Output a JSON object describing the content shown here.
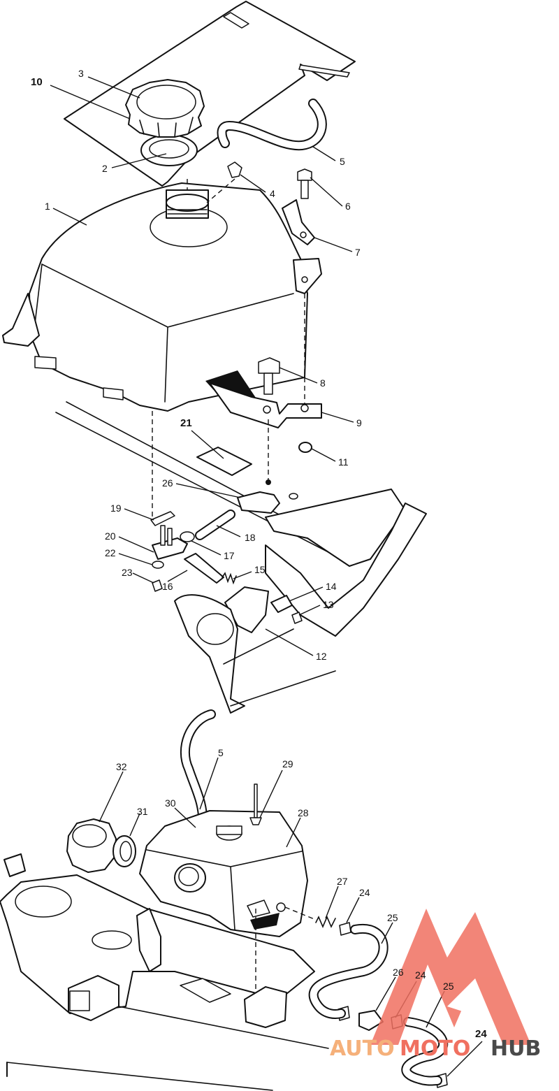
{
  "labels": {
    "l1": "1",
    "l2": "2",
    "l3": "3",
    "l4": "4",
    "l5": "5",
    "l6": "6",
    "l7": "7",
    "l8": "8",
    "l9": "9",
    "l10": "10",
    "l11": "11",
    "l12": "12",
    "l13": "13",
    "l14": "14",
    "l15": "15",
    "l16": "16",
    "l17": "17",
    "l18": "18",
    "l19": "19",
    "l20": "20",
    "l21": "21",
    "l22": "22",
    "l23": "23",
    "l24": "24",
    "l25": "25",
    "l26": "26",
    "l27": "27",
    "l28": "28",
    "l29": "29",
    "l30": "30",
    "l31": "31",
    "l32": "32"
  },
  "watermark": {
    "part1": "AUTO",
    "part2": "MOTO",
    "part3": "HUB",
    "color_main": "#f07060",
    "color_light": "#f5b07a",
    "color_dark": "#4a4a4a"
  }
}
